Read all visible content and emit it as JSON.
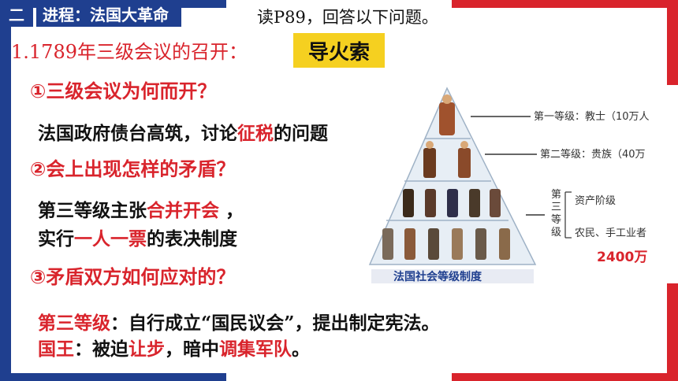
{
  "section": {
    "number": "二",
    "title": "进程：法国大革命"
  },
  "reading_prompt": "读P89，回答以下问题。",
  "heading": "1.1789年三级会议的召开：",
  "fuse_label": "导火索",
  "q1": "①三级会议为何而开？",
  "a1": {
    "pre": "法国政府债台高筑，讨论",
    "hl": "征税",
    "post": "的问题"
  },
  "q2": "②会上出现怎样的矛盾？",
  "a2": {
    "line1_pre": "第三等级主张",
    "line1_hl": "合并开会",
    "line1_post": " ，",
    "line2_pre": "实行",
    "line2_hl": "一人一票",
    "line2_post": "的表决制度"
  },
  "q3": "③矛盾双方如何应对的？",
  "a3": {
    "line1_hl": "第三等级",
    "line1_post": "：自行成立“国民议会”，提出制定宪法。",
    "line2_hl1": "国王",
    "line2_mid1": "：被迫",
    "line2_hl2": "让步",
    "line2_mid2": "，暗中",
    "line2_hl3": "调集军队",
    "line2_end": "。"
  },
  "pyramid": {
    "estate1": "第一等级：教士（10万人",
    "estate2": "第二等级：贵族（40万",
    "estate3_label": "第三等级",
    "estate3_a": "资产阶级",
    "estate3_b": "农民、手工业者",
    "population": "2400万",
    "caption": "法国社会等级制度"
  },
  "colors": {
    "blue": "#1f3f8f",
    "red": "#d9242c",
    "yellow": "#f5d020"
  }
}
